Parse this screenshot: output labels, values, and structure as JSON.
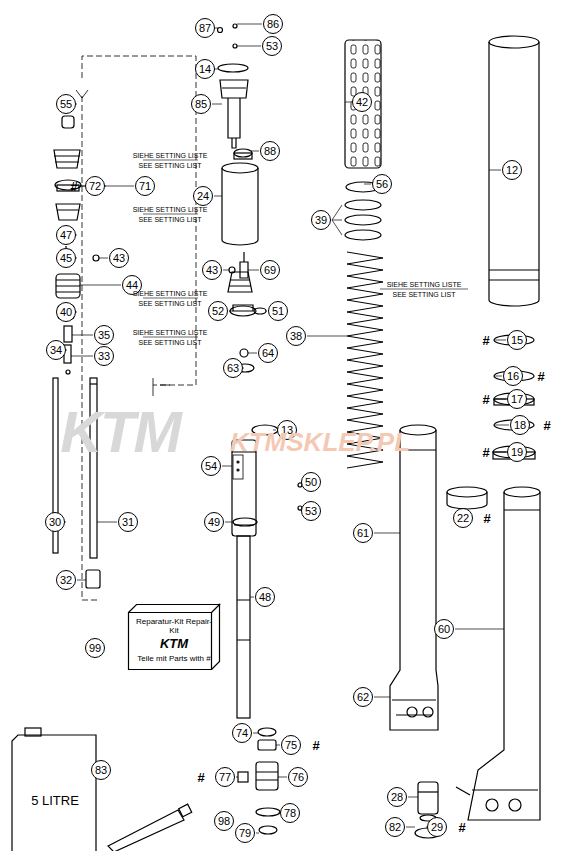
{
  "diagram": {
    "nodes": [
      {
        "text": [
          "Reparatur-Kit Repair-Kit",
          "KTM",
          "Teile mit Parts with #"
        ]
      }
    ],
    "labels": [
      "87",
      "86",
      "53",
      "14",
      "85",
      "88",
      "24",
      "43",
      "69",
      "52",
      "51",
      "64",
      "63",
      "55",
      "#",
      "72",
      "71",
      "47",
      "45",
      "43",
      "44",
      "40",
      "35",
      "34",
      "33",
      "30",
      "31",
      "32",
      "42",
      "56",
      "39",
      "38",
      "12",
      "#",
      "15",
      "16",
      "#",
      "#",
      "17",
      "18",
      "#",
      "#",
      "19",
      "13",
      "54",
      "50",
      "53",
      "49",
      "48",
      "61",
      "22",
      "#",
      "60",
      "62",
      "74",
      "75",
      "#",
      "#",
      "77",
      "76",
      "78",
      "79",
      "28",
      "29",
      "#",
      "82",
      "83",
      "98",
      "99",
      "SIEHE SETTING LISTE",
      "SEE SETTING LIST",
      "SIEHE SETTING LISTE",
      "SEE SETTING LIST",
      "SIEHE SETTING LISTE",
      "SEE SETTING LIST",
      "SIEHE SETTING LISTE",
      "SEE SETTING LIST",
      "SIEHE SETTING LISTE",
      "SEE SETTING LIST",
      "5 LITRE",
      "KTM",
      "KTMSKLEP.PL"
    ]
  }
}
